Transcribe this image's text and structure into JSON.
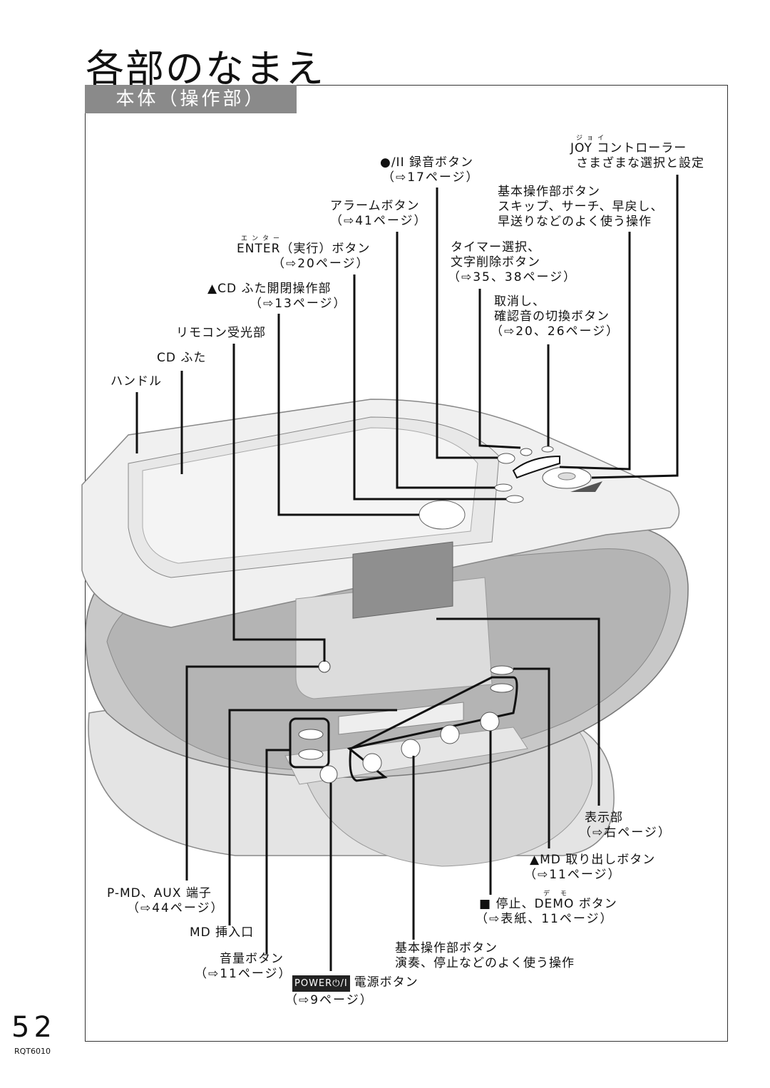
{
  "page_title": "各部のなまえ",
  "section_tab": "本体（操作部）",
  "page_number": "52",
  "doc_code": "RQT6010",
  "labels": {
    "joy_ruby": "ジョイ",
    "joy_name": "JOY コントローラー",
    "joy_desc": "さまざまな選択と設定",
    "rec_name": "●/II 録音ボタン",
    "rec_ref": "（⇨17ページ）",
    "basic_top_name": "基本操作部ボタン",
    "basic_top_desc1": "スキップ、サーチ、早戻し、",
    "basic_top_desc2": "早送りなどのよく使う操作",
    "alarm_name": "アラームボタン",
    "alarm_ref": "（⇨41ページ）",
    "enter_ruby": "エンター",
    "enter_name": "ENTER（実行）ボタン",
    "enter_ref": "（⇨20ページ）",
    "timer_name1": "タイマー選択、",
    "timer_name2": "文字削除ボタン",
    "timer_ref": "（⇨35、38ページ）",
    "cd_lid_name": "▲CD ふた開閉操作部",
    "cd_lid_ref": "（⇨13ページ）",
    "cancel_name1": "取消し、",
    "cancel_name2": "確認音の切換ボタン",
    "cancel_ref": "（⇨20、26ページ）",
    "remote_sensor": "リモコン受光部",
    "cd_lid": "CD ふた",
    "handle": "ハンドル",
    "display_name": "表示部",
    "display_ref": "（⇨右ページ）",
    "md_eject_name": "▲MD 取り出しボタン",
    "md_eject_ref": "（⇨11ページ）",
    "pmd_aux_name": "P-MD、AUX 端子",
    "pmd_aux_ref": "（⇨44ページ）",
    "stop_demo_ruby": "デ モ",
    "stop_demo_name": "■ 停止、DEMO ボタン",
    "stop_demo_ref": "（⇨表紙、11ページ）",
    "md_slot": "MD 挿入口",
    "basic_bottom_name": "基本操作部ボタン",
    "basic_bottom_desc": "演奏、停止などのよく使う操作",
    "volume_name": "音量ボタン",
    "volume_ref": "（⇨11ページ）",
    "power_badge": "POWER⏻/I",
    "power_name": "電源ボタン",
    "power_ref": "（⇨9ページ）"
  }
}
